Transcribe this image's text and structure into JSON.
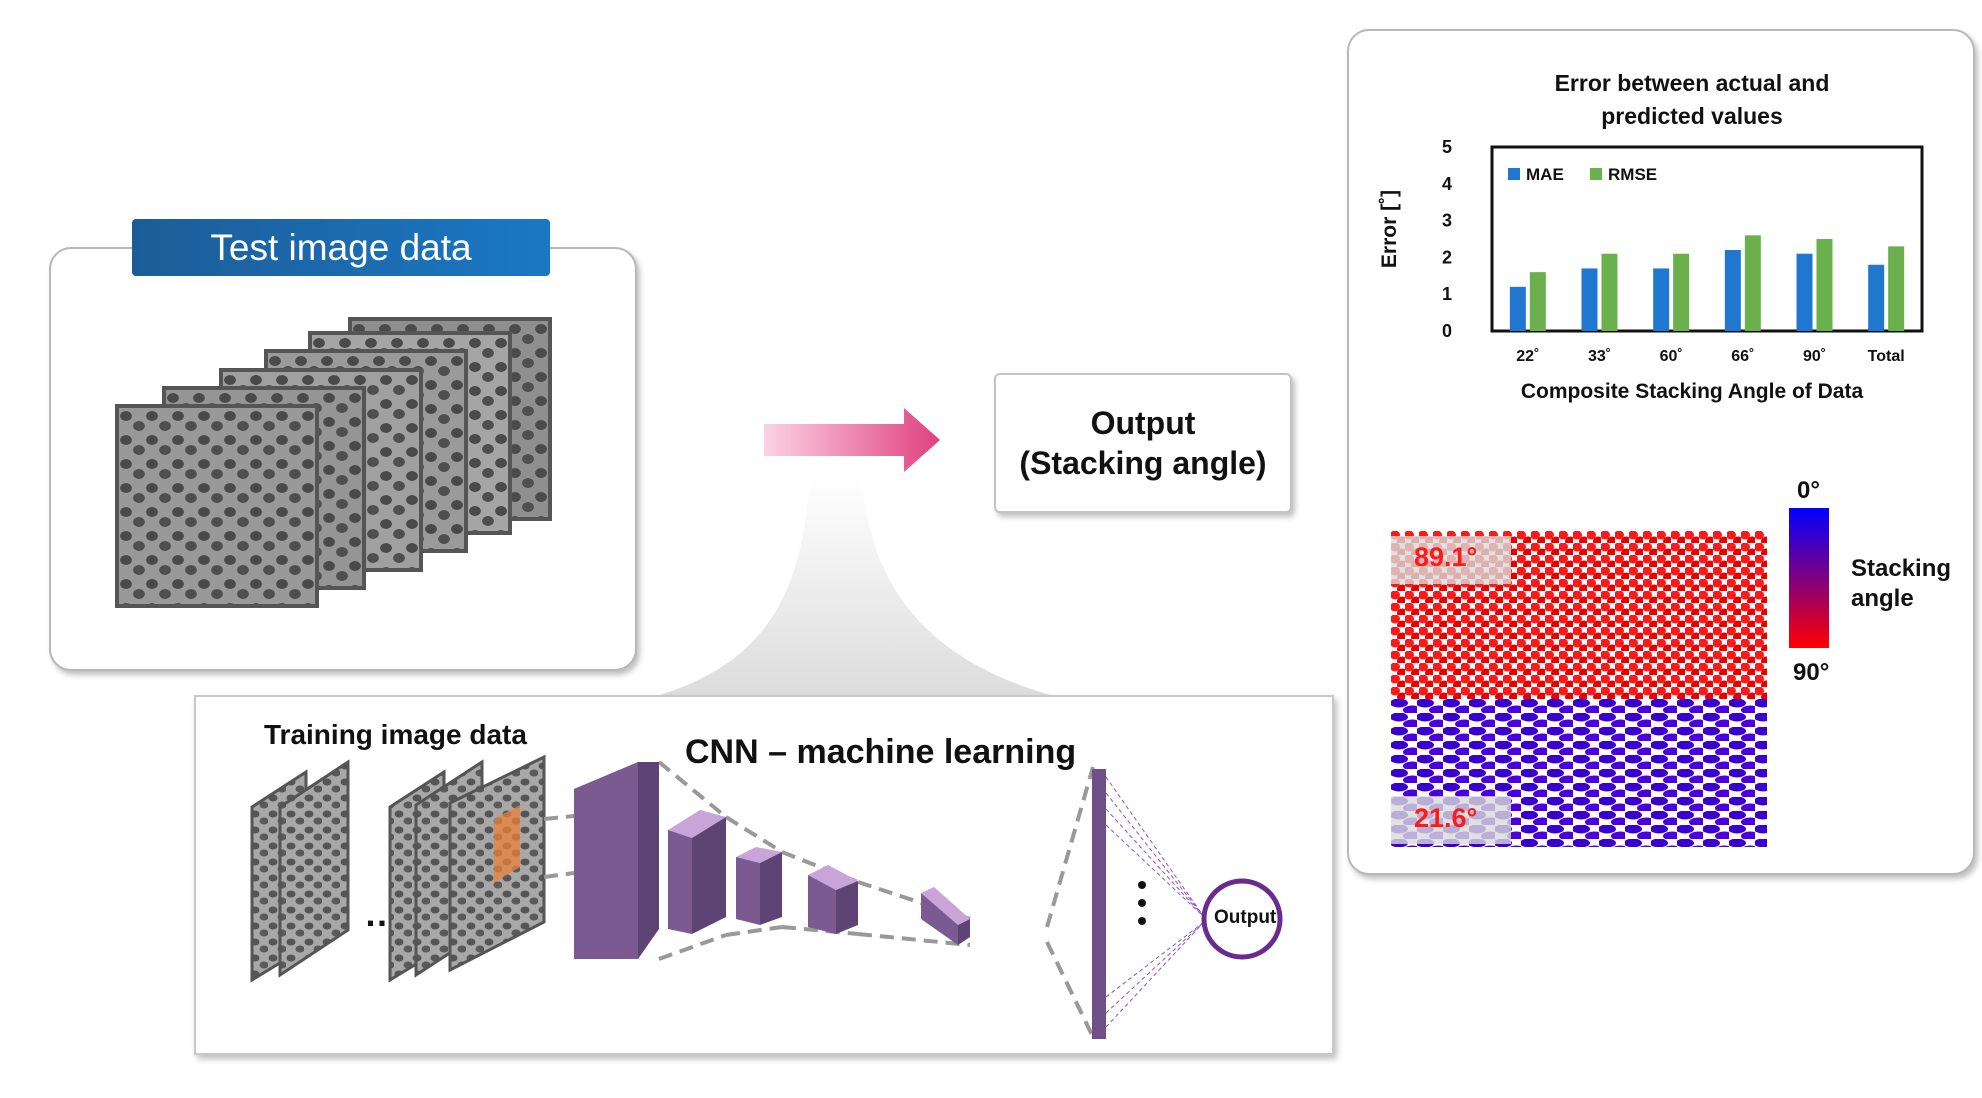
{
  "test_panel": {
    "title": "Test image data"
  },
  "output_box": {
    "line1": "Output",
    "line2": "(Stacking angle)"
  },
  "cnn_panel": {
    "training_label": "Training image data",
    "cnn_label": "CNN – machine learning",
    "ellipsis": "…",
    "output_node": "Output"
  },
  "colors": {
    "title_bar": "#1a6fb5",
    "arrow": "#e0407f",
    "layer": "#7a5a90",
    "mae": "#1f77d0",
    "rmse": "#6ab04c"
  },
  "chart_data": {
    "type": "bar",
    "title": "Error between actual and predicted values",
    "title_line1": "Error between actual and",
    "title_line2": "predicted values",
    "xlabel": "Composite Stacking Angle of Data",
    "ylabel": "Error [˚]",
    "categories": [
      "22˚",
      "33˚",
      "60˚",
      "66˚",
      "90˚",
      "Total"
    ],
    "series": [
      {
        "name": "MAE",
        "values": [
          1.2,
          1.7,
          1.7,
          2.2,
          2.1,
          1.8
        ]
      },
      {
        "name": "RMSE",
        "values": [
          1.6,
          2.1,
          2.1,
          2.6,
          2.5,
          2.3
        ]
      }
    ],
    "ylim": [
      0,
      5
    ],
    "yticks": [
      "0",
      "1",
      "2",
      "3",
      "4",
      "5"
    ],
    "legend_position": "top-left"
  },
  "angle_map": {
    "top_value": "89.1°",
    "bottom_value": "21.6°",
    "scale_top": "0°",
    "scale_bottom": "90°",
    "scale_label_line1": "Stacking",
    "scale_label_line2": "angle"
  }
}
